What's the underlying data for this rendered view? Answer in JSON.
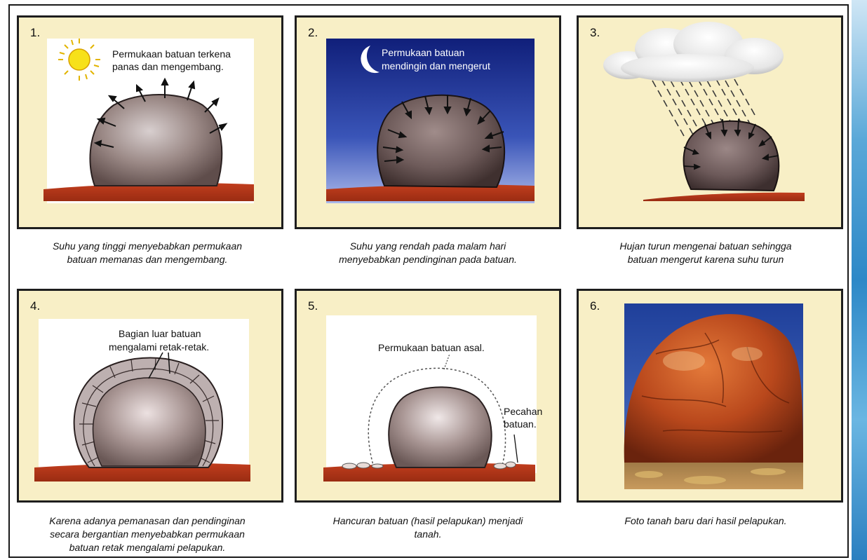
{
  "panels": [
    {
      "number": "1.",
      "labels": [
        "Permukaan batuan terkena",
        "panas dan mengembang."
      ],
      "caption": [
        "Suhu yang tinggi menyebabkan permukaan",
        "batuan memanas dan mengembang."
      ]
    },
    {
      "number": "2.",
      "labels": [
        "Permukaan batuan",
        "mendingin dan mengerut"
      ],
      "caption": [
        "Suhu yang rendah pada malam hari",
        "menyebabkan pendinginan pada batuan."
      ]
    },
    {
      "number": "3.",
      "labels": [],
      "caption": [
        "Hujan turun mengenai batuan sehingga",
        "batuan mengerut karena suhu turun"
      ]
    },
    {
      "number": "4.",
      "labels": [
        "Bagian luar batuan",
        "mengalami retak-retak."
      ],
      "caption": [
        "Karena adanya pemanasan dan pendinginan",
        "secara bergantian menyebabkan permukaan",
        "batuan retak mengalami pelapukan."
      ]
    },
    {
      "number": "5.",
      "labels": [
        "Permukaan batuan asal.",
        "Pecahan",
        "batuan."
      ],
      "caption": [
        "Hancuran batuan (hasil pelapukan) menjadi",
        "tanah."
      ]
    },
    {
      "number": "6.",
      "labels": [],
      "caption": [
        "Foto tanah baru dari hasil pelapukan."
      ]
    }
  ],
  "icons": [
    "sun-icon",
    "moon-icon",
    "cloud-icon",
    "rain-icon",
    "arrow-icon"
  ],
  "colors": {
    "panel_bg": "#f8efc6",
    "ground": "#b8361a",
    "night_sky": "#1e2f8f",
    "rock": "#8a7670",
    "photo_rock": "#c0521f"
  }
}
